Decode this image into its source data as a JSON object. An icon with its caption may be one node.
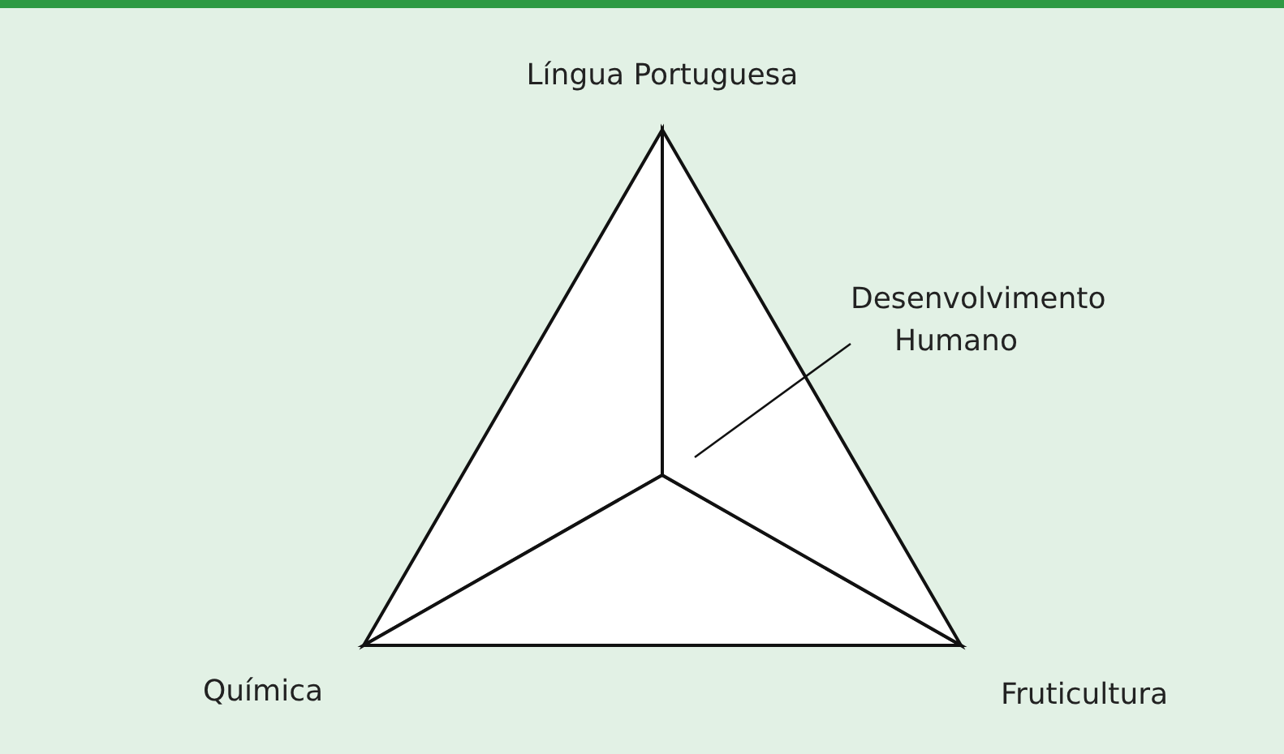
{
  "diagram": {
    "nodes": [
      {
        "text": [
          "Desenvolvimento Humano"
        ]
      },
      {
        "text": [],
        "shape": "triangle"
      }
    ],
    "edges": [
      {
        "from": 0,
        "to": 1,
        "arrow": "none"
      }
    ],
    "labels": [
      "Língua Portuguesa",
      "Química",
      "Fruticultura"
    ]
  }
}
